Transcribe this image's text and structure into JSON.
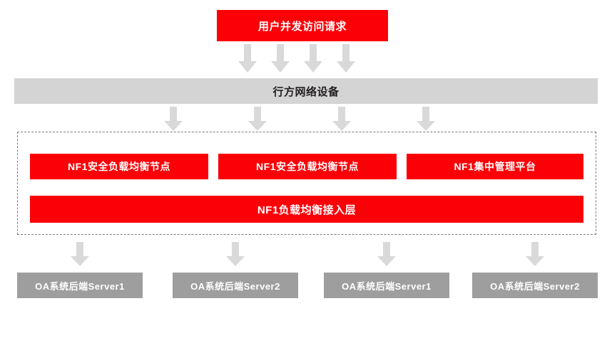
{
  "diagram": {
    "colors": {
      "red": "#fb0007",
      "gray_header": "#d4d4d4",
      "gray_server": "#9e9e9e",
      "arrow": "#d9d9d9",
      "dashed_border": "#7a7a7a",
      "background": "#ffffff"
    },
    "top_request": "用户并发访问请求",
    "network_device": "行方网络设备",
    "nodes": [
      "NF1安全负载均衡节点",
      "NF1安全负载均衡节点",
      "NF1集中管理平台"
    ],
    "access_layer": "NF1负载均衡接入层",
    "servers": [
      "OA系统后端Server1",
      "OA系统后端Server2",
      "OA系统后端Server1",
      "OA系统后端Server2"
    ]
  }
}
